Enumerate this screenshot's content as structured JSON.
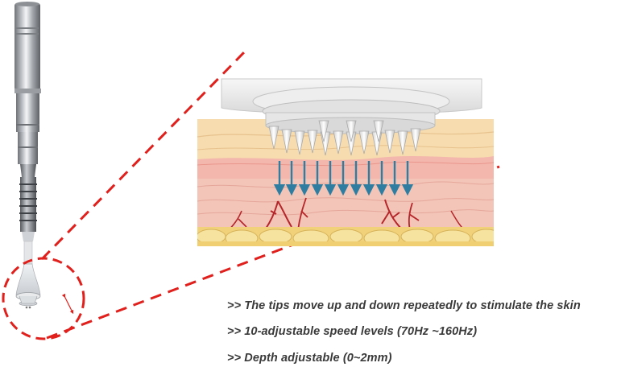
{
  "features": [
    ">> The tips move up and down repeatedly to stimulate the skin",
    ">> 10-adjustable speed levels (70Hz ~160Hz)",
    ">> Depth adjustable (0~2mm)"
  ],
  "icons": {
    "device": "microneedling-pen-icon",
    "motion": "up-down-arrow-icon"
  },
  "colors": {
    "zoom_lines": "#e0201c",
    "motion_arrows": "#2f7ea1",
    "epidermis": "#f6dcae",
    "dermis": "#f2c5b8",
    "blood_vessels": "#b5262a",
    "text": "#3a3a3a"
  }
}
